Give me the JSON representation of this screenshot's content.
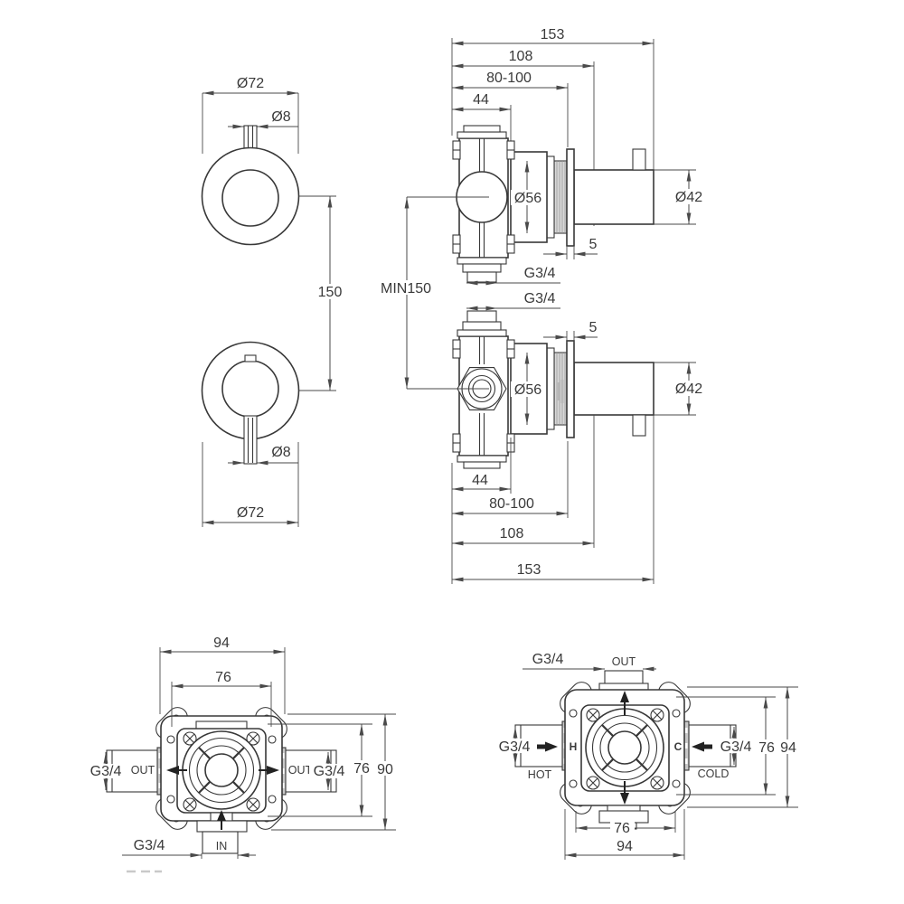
{
  "front_views": {
    "upper": {
      "outer_diameter": "Ø72",
      "stem_diameter": "Ø8"
    },
    "lower": {
      "outer_diameter": "Ø72",
      "stem_diameter": "Ø8"
    },
    "center_spacing": "150"
  },
  "side_views": {
    "upper_dims": {
      "total_depth": "153",
      "trim_depth": "108",
      "rough_in_depth": "80-100",
      "body_depth": "44"
    },
    "lower_dims": {
      "total_depth": "153",
      "trim_depth": "108",
      "rough_in_depth": "80-100",
      "body_depth": "44"
    },
    "upper_valve": {
      "sleeve_diameter": "Ø56",
      "trim_diameter": "Ø42",
      "plate_thickness": "5",
      "bottom_port_thread": "G3/4"
    },
    "lower_valve": {
      "sleeve_diameter": "Ø56",
      "trim_diameter": "Ø42",
      "plate_thickness": "5",
      "top_port_thread": "G3/4"
    },
    "min_center_spacing": "MIN150"
  },
  "diverter_body_view": {
    "width": "94",
    "plate_width": "76",
    "left_port": {
      "thread": "G3/4",
      "label": "OUT"
    },
    "right_port": {
      "label": "OUT",
      "thread": "G3/4"
    },
    "plate_height": "76",
    "height": "90",
    "bottom_port": {
      "thread": "G3/4",
      "label": "IN"
    }
  },
  "mixer_body_view": {
    "top_port": {
      "thread": "G3/4",
      "label": "OUT"
    },
    "left_port": {
      "thread": "G3/4",
      "marking": "H",
      "label": "HOT"
    },
    "right_port": {
      "marking": "C",
      "label": "COLD",
      "thread": "G3/4"
    },
    "plate_height": "76",
    "height": "94",
    "plate_width": "76",
    "width": "94"
  }
}
